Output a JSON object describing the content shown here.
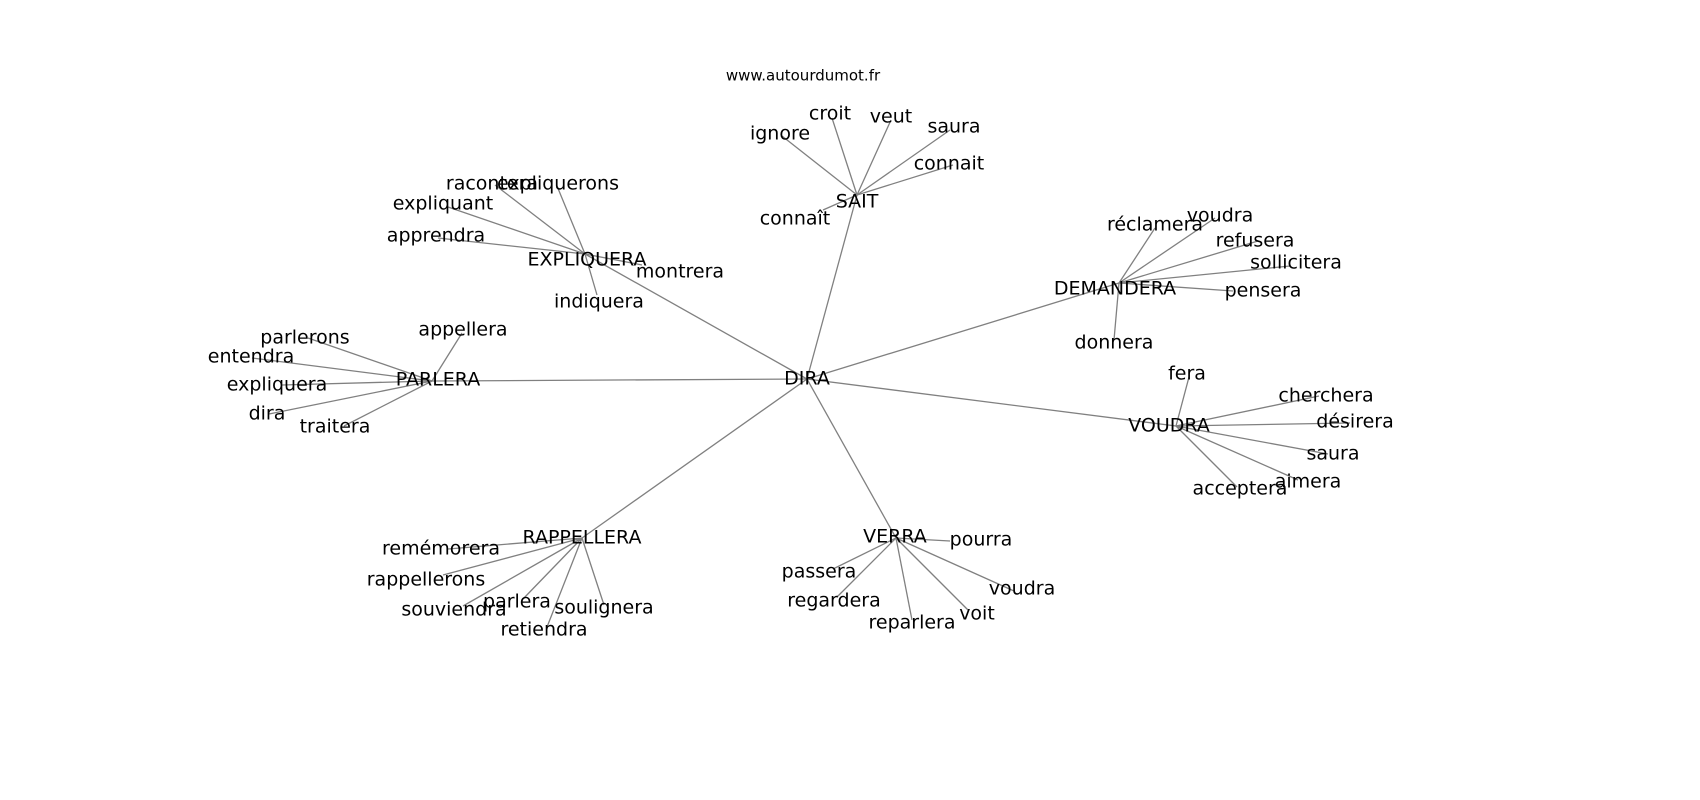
{
  "site": "www.autourdumot.fr",
  "colors": {
    "edge": "#808080",
    "text": "#000000",
    "background": "#ffffff"
  },
  "graph": {
    "center": "DIRA",
    "groups": [
      {
        "label": "SAIT",
        "leaves": [
          "ignore",
          "croit",
          "veut",
          "saura",
          "connait",
          "connaît"
        ]
      },
      {
        "label": "EXPLIQUERA",
        "leaves": [
          "racontera",
          "expliquerons",
          "expliquant",
          "apprendra",
          "montrera",
          "indiquera"
        ]
      },
      {
        "label": "DEMANDERA",
        "leaves": [
          "réclamera",
          "voudra",
          "refusera",
          "sollicitera",
          "pensera",
          "donnera"
        ]
      },
      {
        "label": "PARLERA",
        "leaves": [
          "parlerons",
          "appellera",
          "entendra",
          "expliquera",
          "dira",
          "traitera"
        ]
      },
      {
        "label": "VOUDRA",
        "leaves": [
          "fera",
          "cherchera",
          "désirera",
          "saura",
          "aimera",
          "acceptera"
        ]
      },
      {
        "label": "RAPPELLERA",
        "leaves": [
          "remémorera",
          "rappellerons",
          "souviendra",
          "parlera",
          "soulignera",
          "retiendra"
        ]
      },
      {
        "label": "VERRA",
        "leaves": [
          "pourra",
          "passera",
          "regardera",
          "voudra",
          "voit",
          "reparlera"
        ]
      }
    ]
  }
}
